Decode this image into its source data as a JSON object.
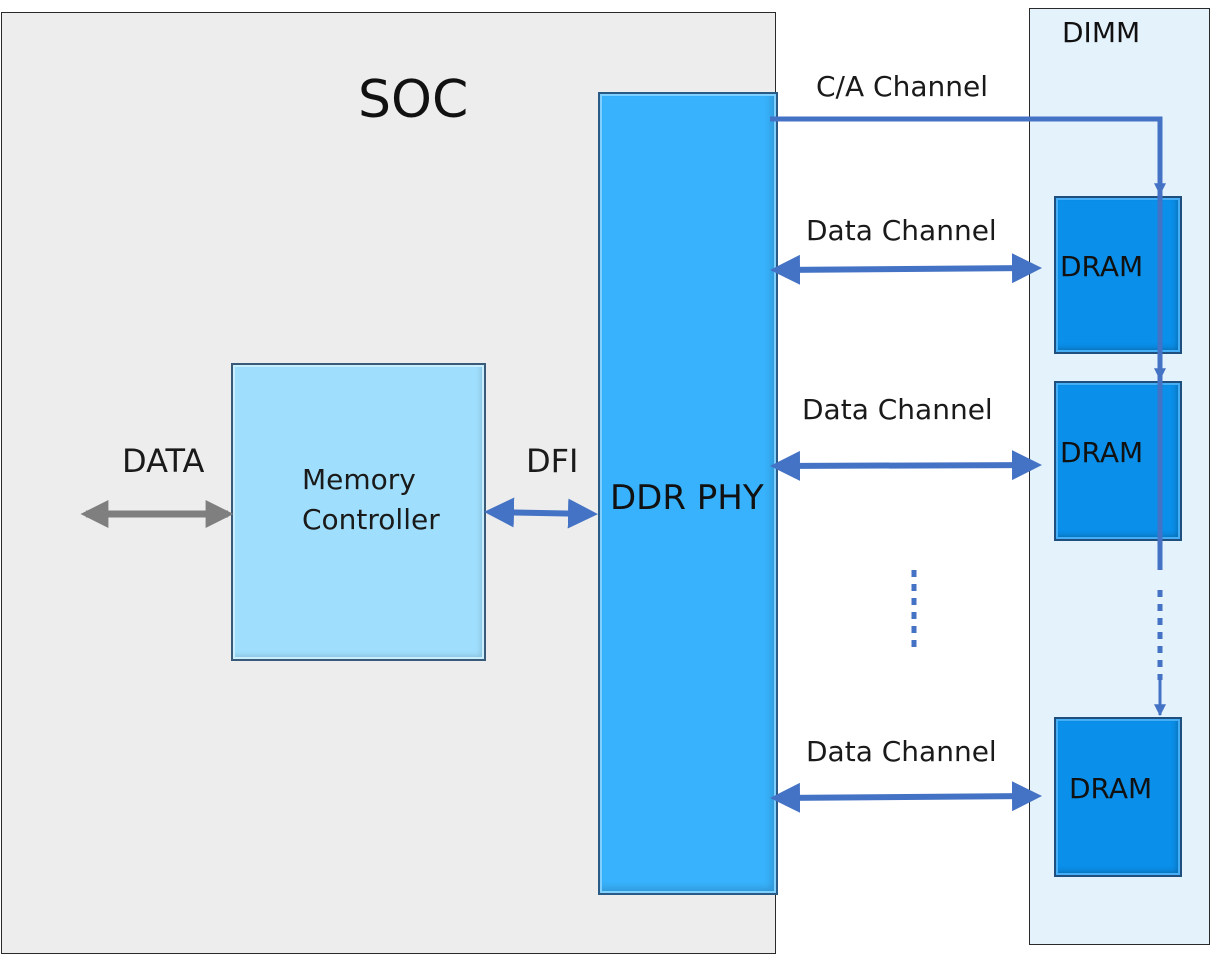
{
  "soc": {
    "title": "SOC"
  },
  "dimm": {
    "title": "DIMM"
  },
  "memory_controller": {
    "line1": "Memory",
    "line2": "Controller"
  },
  "phy": {
    "label": "DDR PHY"
  },
  "labels": {
    "data": "DATA",
    "dfi": "DFI",
    "ca_channel": "C/A Channel",
    "data_channel_1": "Data Channel",
    "data_channel_2": "Data Channel",
    "data_channel_3": "Data Channel"
  },
  "drams": [
    "DRAM",
    "DRAM",
    "DRAM"
  ],
  "colors": {
    "soc_bg": "#ededed",
    "dimm_bg": "#e4f2fc",
    "phy": "#38b2fc",
    "memory_controller": "#9fdffd",
    "dram": "#0a8fea",
    "channel_arrow": "#4472c4",
    "data_arrow": "#7f7f7f"
  }
}
